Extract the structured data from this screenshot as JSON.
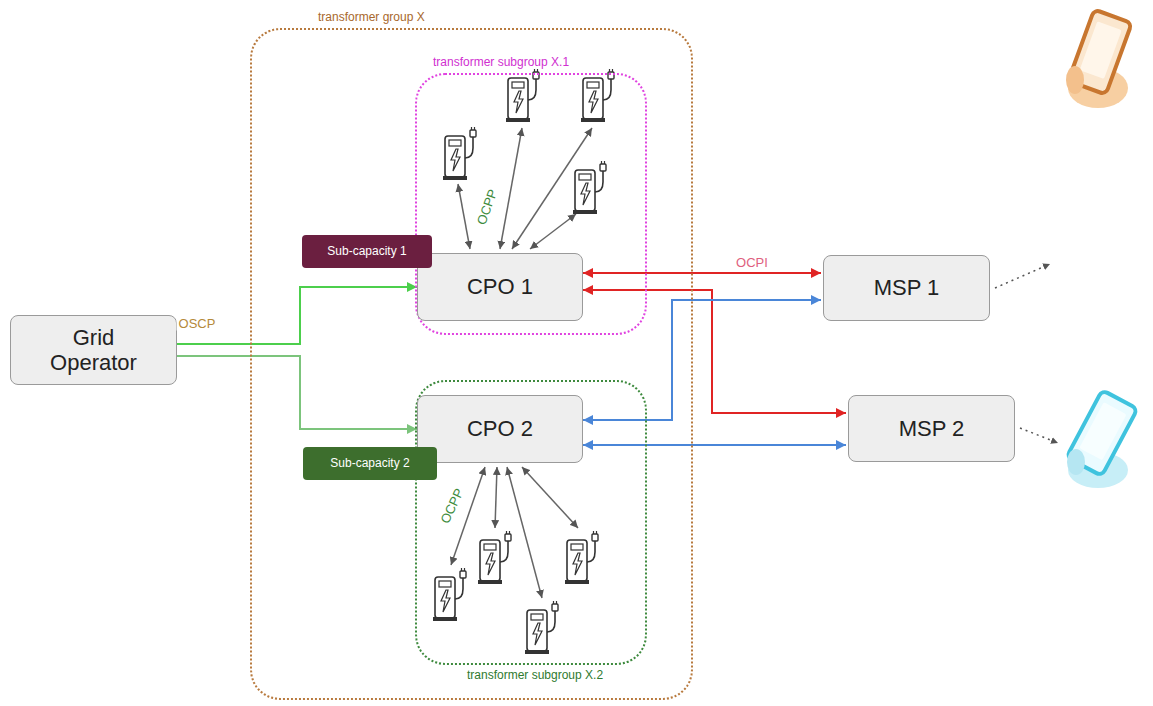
{
  "diagram": {
    "nodes": [
      {
        "text": [
          "transformer group X"
        ]
      },
      {
        "text": [
          "transformer subgroup X.1"
        ],
        "in": 0
      },
      {
        "text": [
          "CPO 1"
        ],
        "in": 1
      },
      {
        "text": [
          "Sub-capacity 1"
        ],
        "in": 0
      },
      {
        "text": [
          "transformer subgroup X.2"
        ],
        "in": 0
      },
      {
        "text": [
          "CPO 2"
        ],
        "in": 4
      },
      {
        "text": [
          "Sub-capacity 2"
        ],
        "in": 0
      },
      {
        "text": [
          "Grid Operator"
        ]
      },
      {
        "text": [
          "MSP 1"
        ]
      },
      {
        "text": [
          "MSP 2"
        ]
      }
    ],
    "edges": [
      {
        "from": 7,
        "to": 2,
        "arrow": "to",
        "label": "OSCP"
      },
      {
        "from": 7,
        "to": 5,
        "arrow": "to"
      },
      {
        "from": 2,
        "to": 8,
        "arrow": "both",
        "label": "OCPI"
      },
      {
        "from": 2,
        "to": 9,
        "arrow": "both"
      },
      {
        "from": 5,
        "to": 8,
        "arrow": "both"
      },
      {
        "from": 5,
        "to": 9,
        "arrow": "both"
      }
    ],
    "labels": [
      "OCPP",
      "OCPP"
    ]
  }
}
